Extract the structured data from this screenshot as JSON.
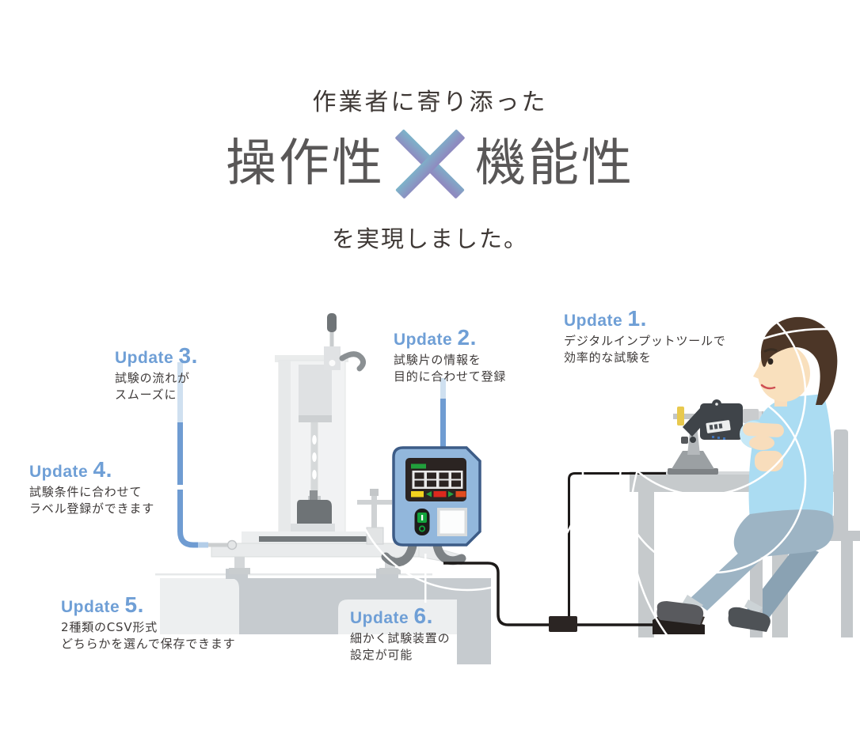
{
  "header": {
    "line1": "作業者に寄り添った",
    "big_left": "操作性",
    "big_right": "機能性",
    "line3": "を実現しました。",
    "cross_icon": "multiply-cross-icon"
  },
  "updates": [
    {
      "word": "Update",
      "num": "1.",
      "lines": [
        "デジタルインプットツールで",
        "効率的な試験を"
      ]
    },
    {
      "word": "Update",
      "num": "2.",
      "lines": [
        "試験片の情報を",
        "目的に合わせて登録"
      ]
    },
    {
      "word": "Update",
      "num": "3.",
      "lines": [
        "試験の流れが",
        "スムーズに"
      ]
    },
    {
      "word": "Update",
      "num": "4.",
      "lines": [
        "試験条件に合わせて",
        "ラベル登録ができます"
      ]
    },
    {
      "word": "Update",
      "num": "5.",
      "lines": [
        "2種類のCSV形式",
        "どちらかを選んで保存できます"
      ]
    },
    {
      "word": "Update",
      "num": "6.",
      "lines": [
        "細かく試験装置の",
        "設定が可能"
      ]
    }
  ],
  "illustration": {
    "icons": [
      "test-machine-icon",
      "controller-device-icon",
      "digital-micrometer-icon",
      "worker-at-desk-icon",
      "foot-switch-icon",
      "cable-icon"
    ]
  },
  "palette": {
    "accent_blue": "#6f9fd6",
    "leader_light_blue": "#cfe0f0",
    "leader_blue": "#6f9cd2",
    "cross_teal": "#7cb5ca",
    "cross_purple": "#8e8bc0",
    "title_dark": "#3e3835",
    "big_text_gray": "#595757",
    "device_body_blue": "#92b7dc",
    "device_border_navy": "#3d5c87",
    "screen_green": "#21a03c",
    "screen_yellow": "#f2d21f",
    "screen_red": "#dc291e",
    "machine_light_gray": "#eceeef",
    "base_gray": "#c6cbcf",
    "shirt_blue": "#abdcf2",
    "pants_blue": "#9db4c4",
    "skin": "#f8ddbc",
    "hair_brown": "#4c3627"
  }
}
